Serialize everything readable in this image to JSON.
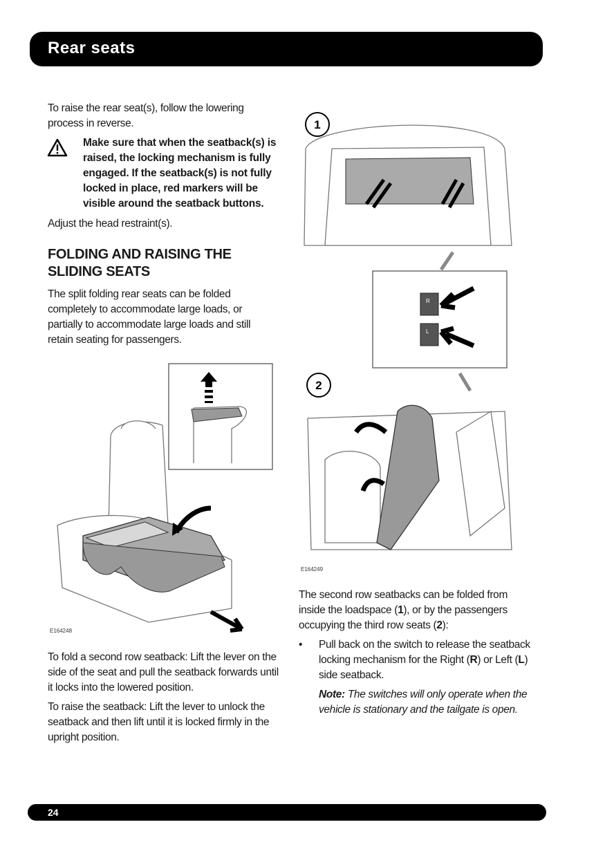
{
  "header": {
    "title": "Rear seats"
  },
  "left": {
    "intro": "To raise the rear seat(s), follow the lowering process in reverse.",
    "warning": "Make sure that when the seatback(s) is raised, the locking mechanism is fully engaged. If the seatback(s) is not fully locked in place, red markers will be visible around the seatback buttons.",
    "adjust": "Adjust the head restraint(s).",
    "heading": "FOLDING AND RAISING THE SLIDING SEATS",
    "heading_para": "The split folding rear seats can be folded completely to accommodate large loads, or partially to accommodate large loads and still retain seating for passengers.",
    "figure_code": "E164248",
    "fold_para": "To fold a second row seatback: Lift the lever on the side of the seat and pull the seatback forwards until it locks into the lowered position.",
    "raise_para": "To raise the seatback: Lift the lever to unlock the seatback and then lift until it is locked firmly in the upright position."
  },
  "right": {
    "callout_1": "1",
    "callout_2": "2",
    "switch_r": "R",
    "switch_l": "L",
    "figure_code": "E164249",
    "para_a": "The second row seatbacks can be folded from inside the loadspace (",
    "para_b": "1",
    "para_c": "), or by the passengers occupying the third row seats (",
    "para_d": "2",
    "para_e": "):",
    "bullet": "•",
    "bullet_a": "Pull back on the switch to release the seatback locking mechanism for the Right (",
    "bullet_b": "R",
    "bullet_c": ") or Left (",
    "bullet_d": "L",
    "bullet_e": ") side seatback.",
    "note_label": "Note:",
    "note_text": " The switches will only operate when the vehicle is stationary and the tailgate is open."
  },
  "footer": {
    "page": "24"
  }
}
